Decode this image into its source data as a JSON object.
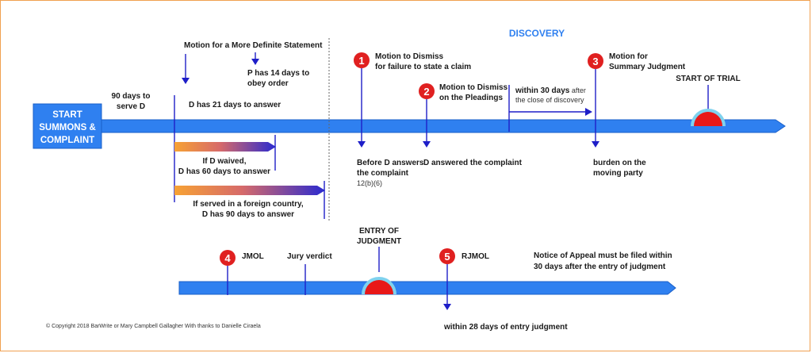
{
  "colors": {
    "timeline": "#2f80f0",
    "timeline_stroke": "#1a5fc8",
    "marker": "#1e1ec8",
    "badge": "#e02020",
    "dome": "#e81818",
    "dome_ring": "#7fd2ee",
    "discovery": "#2f80f0",
    "frame": "#f0a050",
    "gradient_start": "#f7a234",
    "gradient_end": "#2a2ad0"
  },
  "start_box": {
    "lines": [
      "START",
      "SUMMONS &",
      "COMPLAINT"
    ]
  },
  "discovery_label": "DISCOVERY",
  "top_timeline": {
    "serve": [
      "90 days to",
      "serve D"
    ],
    "more_definite": "Motion for a More Definite Statement",
    "obey_order": [
      "P has 14 days to",
      "obey order"
    ],
    "answer_21": "D has 21 days to answer",
    "waived": [
      "If D waived,",
      "D has 60 days to answer"
    ],
    "foreign": [
      "If served in a foreign country,",
      "D has 90 days to answer"
    ],
    "motion_1": {
      "number": "1",
      "title": [
        "Motion to Dismiss",
        "for failure to state a claim"
      ],
      "below": [
        "Before D answers",
        "the complaint"
      ],
      "rule": "12(b)(6)"
    },
    "motion_2": {
      "number": "2",
      "title": [
        "Motion to Dismiss",
        "on the Pleadings"
      ],
      "below": "D answered the complaint"
    },
    "within_30": {
      "bold": "within 30 days",
      "rest": " after",
      "line2": "the close of discovery"
    },
    "motion_3": {
      "number": "3",
      "title": [
        "Motion for",
        "Summary Judgment"
      ],
      "below": [
        "burden on the",
        "moving party"
      ]
    },
    "start_trial": "START OF TRIAL"
  },
  "bottom_timeline": {
    "jmol": {
      "number": "4",
      "label": "JMOL"
    },
    "jury_verdict": "Jury verdict",
    "entry_judgment": [
      "ENTRY OF",
      "JUDGMENT"
    ],
    "rjmol": {
      "number": "5",
      "label": "RJMOL",
      "below": "within 28 days of entry judgment"
    },
    "appeal": [
      "Notice of Appeal must be filed within",
      "30 days after the entry of judgment"
    ]
  },
  "footer": "© Copyright 2018 BarWrite or Mary Campbell Gallagher  With thanks to Danielle Ciraela"
}
